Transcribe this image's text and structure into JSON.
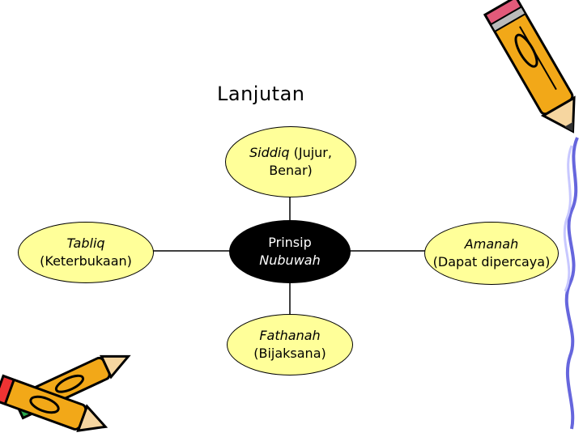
{
  "title": "Lanjutan",
  "nodes": {
    "top": {
      "line1_italic": "Siddiq",
      "line1_rest": " (Jujur,",
      "line2": "Benar)"
    },
    "left": {
      "line1": "Tabliq",
      "line2": "(Keterbukaan)"
    },
    "center": {
      "line1": "Prinsip",
      "line2": "Nubuwah"
    },
    "right": {
      "line1": "Amanah",
      "line2": "(Dapat dipercaya)"
    },
    "bottom": {
      "line1": "Fathanah",
      "line2": "(Bijaksana)"
    }
  },
  "colors": {
    "node_fill": "#ffff99",
    "center_fill": "#000000",
    "accent": "#c8c8ff"
  }
}
